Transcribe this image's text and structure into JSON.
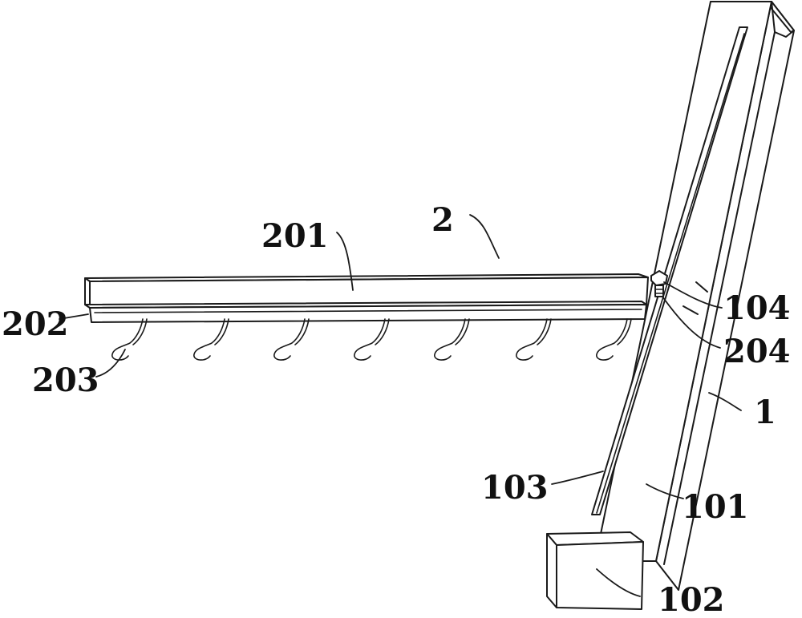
{
  "labels": {
    "l2": "2",
    "l201": "201",
    "l202": "202",
    "l203": "203",
    "l104": "104",
    "l204": "204",
    "l1": "1",
    "l103": "103",
    "l101": "101",
    "l102": "102"
  },
  "colors": {
    "line": "#1a1a1a",
    "background": "#ffffff"
  }
}
